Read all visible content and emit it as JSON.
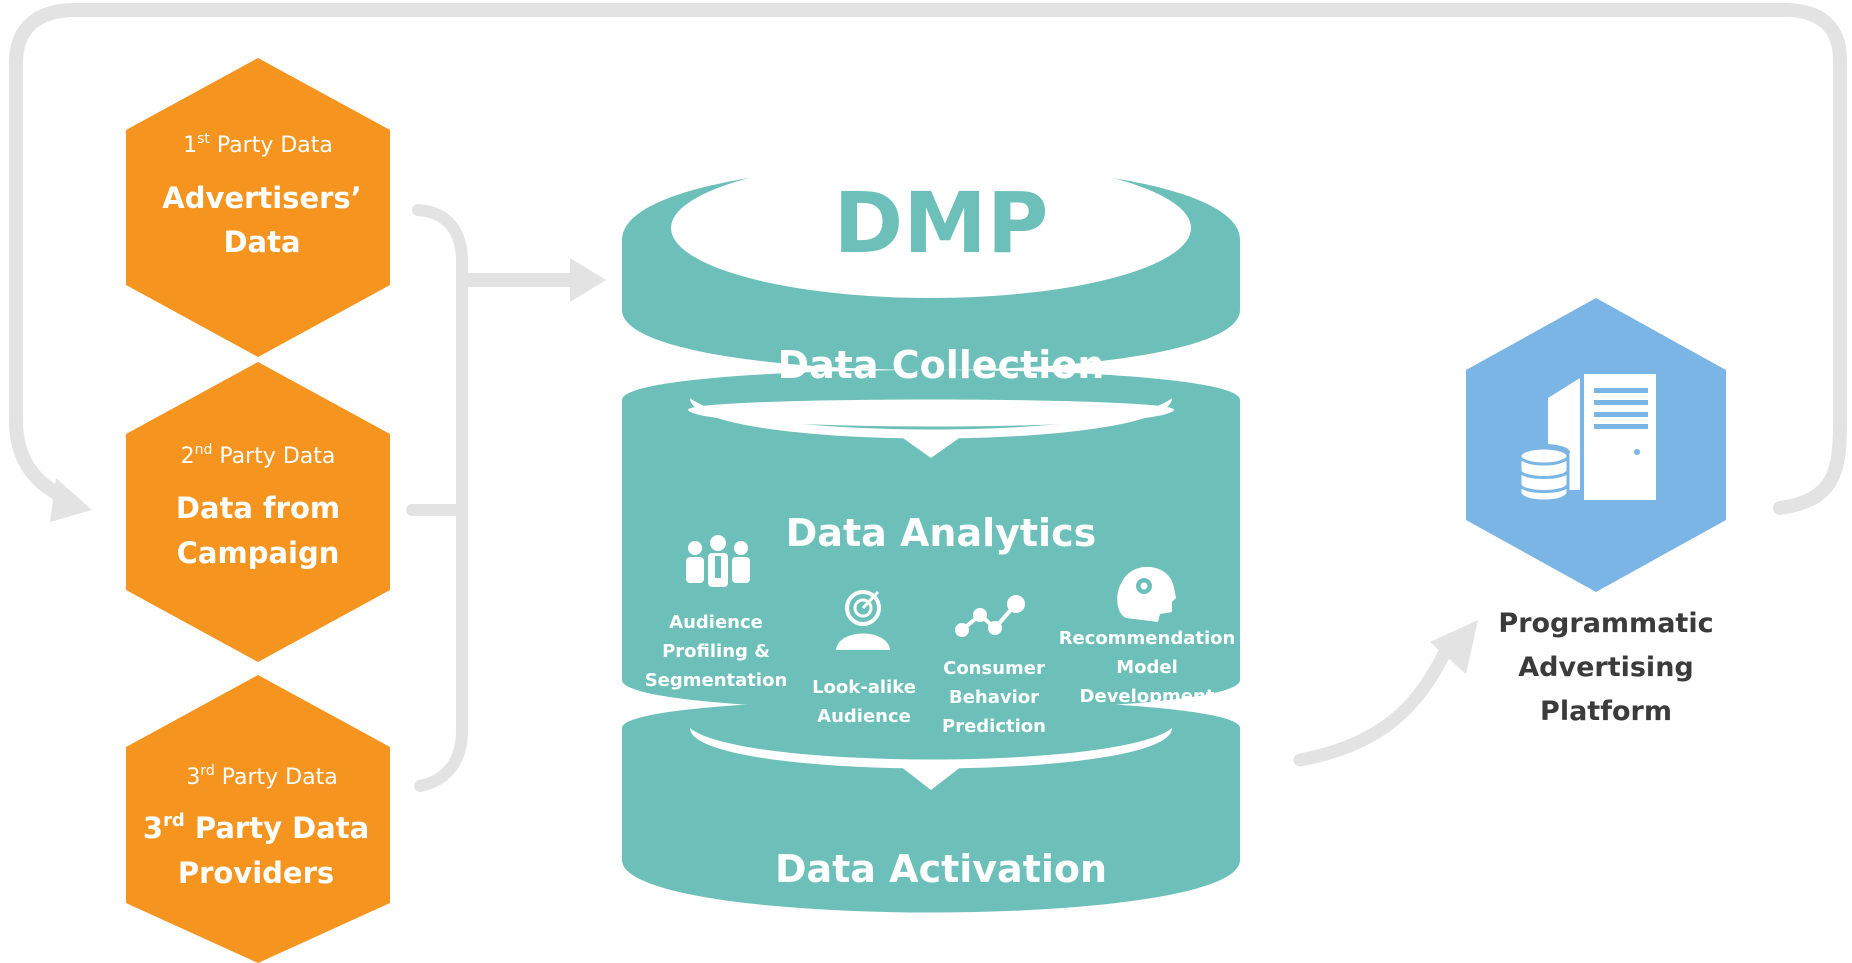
{
  "colors": {
    "orange": "#f5941f",
    "teal": "#6cc0b9",
    "blue": "#7ab5e6",
    "arrow_gray": "#e3e3e3",
    "text_dark": "#3b3b3b"
  },
  "sources": [
    {
      "ordinal": "1",
      "suffix": "st",
      "sub_rest": " Party Data",
      "main_lines": [
        "Advertisers’",
        "Data"
      ]
    },
    {
      "ordinal": "2",
      "suffix": "nd",
      "sub_rest": " Party Data",
      "main_lines": [
        "Data from",
        "Campaign"
      ]
    },
    {
      "ordinal": "3",
      "suffix": "rd",
      "sub_rest": " Party Data",
      "main_line1_a": "3",
      "main_line1_sup": "rd",
      "main_line1_b": " Party Data",
      "main_line2": "Providers"
    }
  ],
  "dmp": {
    "title": "DMP",
    "collection": "Data Collection",
    "analytics": "Data Analytics",
    "activation": "Data Activation",
    "analytics_items": [
      {
        "icon": "people-icon",
        "lines": [
          "Audience",
          "Profiling &",
          "Segmentation"
        ]
      },
      {
        "icon": "target-person-icon",
        "lines": [
          "Look-alike",
          "Audience"
        ]
      },
      {
        "icon": "network-icon",
        "lines": [
          "Consumer",
          "Behavior",
          "Prediction"
        ]
      },
      {
        "icon": "head-gear-icon",
        "lines": [
          "Recommendation",
          "Model",
          "Development"
        ]
      }
    ]
  },
  "platform": {
    "icon": "server-database-icon",
    "label_lines": [
      "Programmatic",
      "Advertising",
      "Platform"
    ]
  }
}
